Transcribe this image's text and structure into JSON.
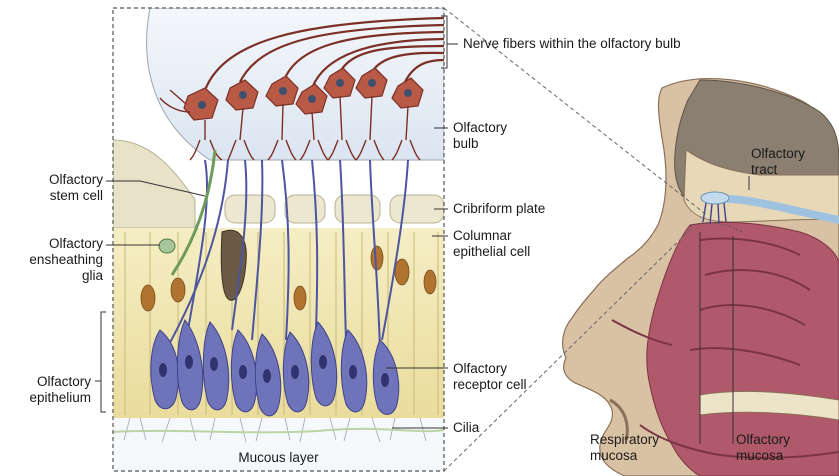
{
  "labels": {
    "nerve_fibers": "Nerve fibers within the olfactory bulb",
    "olfactory_bulb": "Olfactory\nbulb",
    "cribriform_plate": "Cribriform plate",
    "columnar_cell": "Columnar\nepithelial cell",
    "receptor_cell": "Olfactory\nreceptor cell",
    "cilia": "Cilia",
    "stem_cell": "Olfactory\nstem cell",
    "ensheathing_glia": "Olfactory\nensheathing\nglia",
    "epithelium": "Olfactory\nepithelium",
    "mucous_layer": "Mucous layer",
    "olfactory_tract": "Olfactory\ntract",
    "respiratory_mucosa": "Respiratory\nmucosa",
    "olfactory_mucosa": "Olfactory\nmucosa"
  },
  "colors": {
    "neuron": "#8a3a2c",
    "neuron_body": "#b85a45",
    "receptor": "#5a5fa8",
    "receptor_fill": "#6f73b9",
    "epithelium": "#f1e9b6",
    "bone": "#ece7cf",
    "bulb_blue": "#e3ebf4",
    "mucosa": "#b0596a",
    "head_dark": "#8b7f71"
  }
}
